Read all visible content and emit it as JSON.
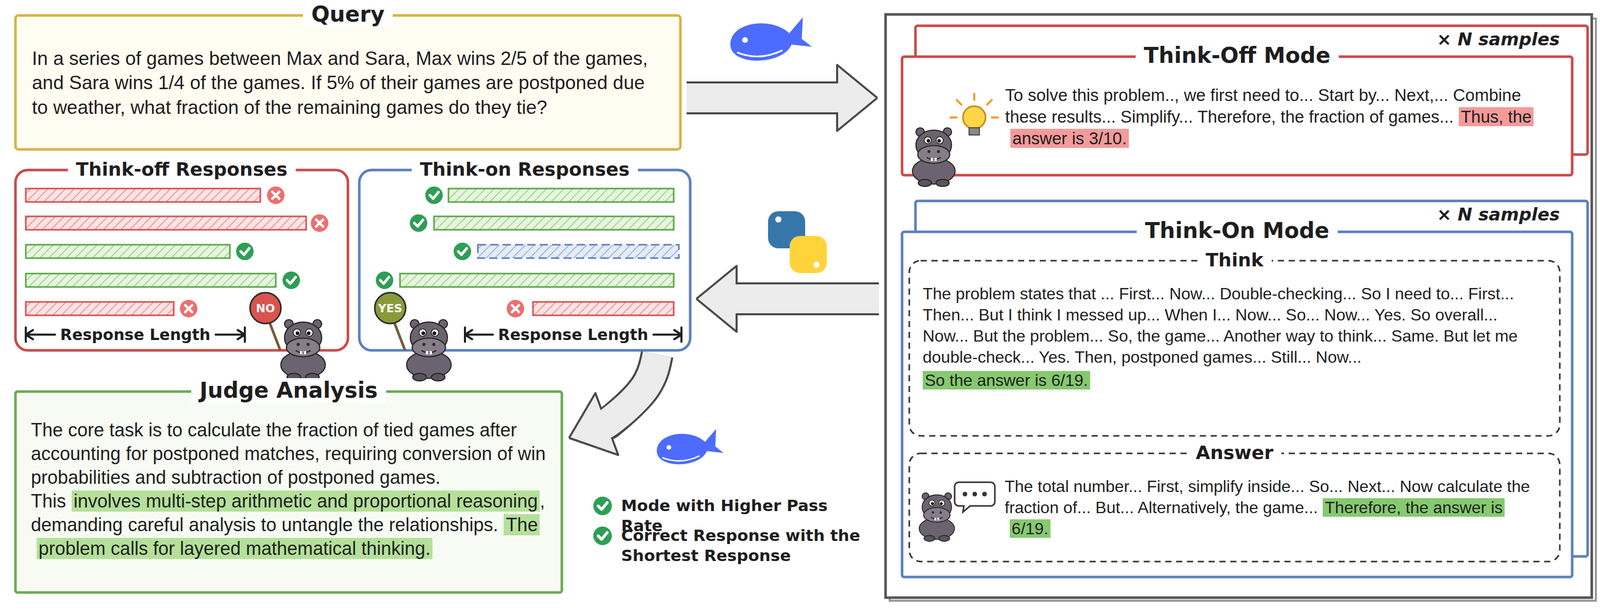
{
  "diagram": {
    "nodes": [
      {
        "text": [
          "Query",
          "In a series of games between Max and Sara, Max wins 2/5 of the games, and Sara wins 1/4 of the games. If 5% of their games are postponed due to weather, what fraction of the remaining games do they tie?"
        ]
      },
      {
        "text": [
          "Think-off Responses",
          "Response Length"
        ]
      },
      {
        "text": [
          "Think-on Responses",
          "Response Length"
        ]
      },
      {
        "text": [
          "Judge Analysis",
          "The core task is to calculate the fraction of tied games after accounting for postponed matches, requiring conversion of win probabilities and subtraction of postponed games. This",
          "involves multi-step arithmetic and proportional reasoning",
          ", demanding careful analysis to untangle the relationships.",
          "The problem calls for layered mathematical thinking."
        ]
      },
      {
        "text": [
          "Think-Off Mode",
          "× N samples",
          "To solve this problem.., we first need to... Start by... Next,... Combine these results... Simplify... Therefore, the fraction of games...",
          "Thus, the answer is 3/10."
        ]
      },
      {
        "text": [
          "Think-On Mode",
          "× N samples"
        ]
      },
      {
        "text": [
          "Think",
          "The problem states that ... First... Now... Double-checking... So I need to... First... Then... But I think I messed up... When I... Now... So... Now... Yes. So overall... Now... But the problem... So, the game... Another way to think... Same. But let me double-check... Yes. Then, postponed games... Still... Now...",
          "So the answer is 6/19."
        ],
        "in": 5
      },
      {
        "text": [
          "Answer",
          "The total number... First, simplify inside... So... Next... Now calculate the fraction of... But... Alternatively, the game...",
          "Therefore, the answer is 6/19."
        ],
        "in": 5
      }
    ],
    "edges": [
      {
        "from": 0,
        "to": 4,
        "arrow": "to"
      },
      {
        "from": 5,
        "to": 2,
        "arrow": "to"
      },
      {
        "from": 2,
        "to": 3,
        "arrow": "to"
      }
    ],
    "labels": [
      "NO",
      "YES"
    ],
    "legend": [
      {
        "text": "Mode with Higher Pass Rate"
      },
      {
        "text": "Correct Response with the Shortest Response"
      }
    ]
  }
}
